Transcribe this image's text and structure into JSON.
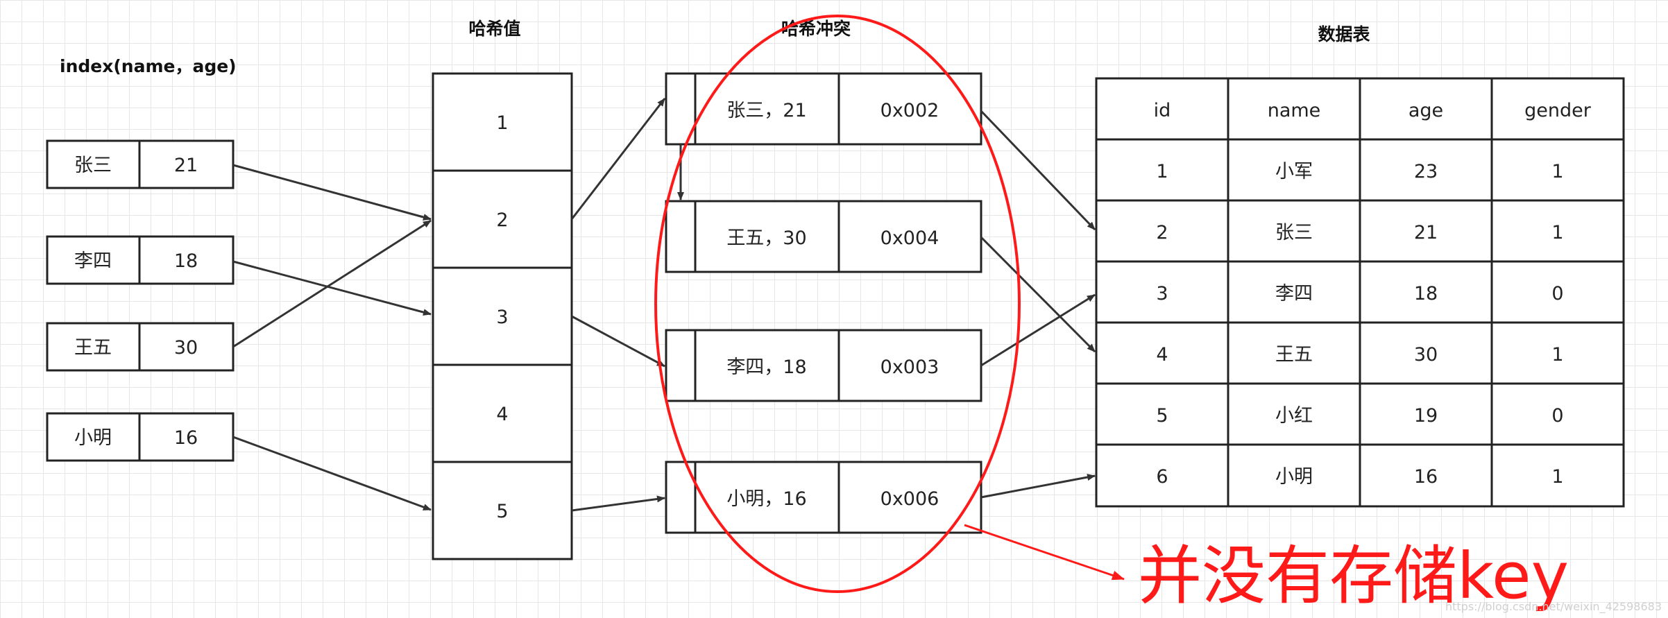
{
  "titles": {
    "index": "index(name，age)",
    "hash": "哈希值",
    "collision": "哈希冲突",
    "table": "数据表"
  },
  "index_entries": [
    {
      "name": "张三",
      "age": "21"
    },
    {
      "name": "李四",
      "age": "18"
    },
    {
      "name": "王五",
      "age": "30"
    },
    {
      "name": "小明",
      "age": "16"
    }
  ],
  "hash_values": [
    "1",
    "2",
    "3",
    "4",
    "5"
  ],
  "buckets": [
    {
      "key": "张三，21",
      "addr": "0x002"
    },
    {
      "key": "王五，30",
      "addr": "0x004"
    },
    {
      "key": "李四，18",
      "addr": "0x003"
    },
    {
      "key": "小明，16",
      "addr": "0x006"
    }
  ],
  "table": {
    "headers": [
      "id",
      "name",
      "age",
      "gender"
    ],
    "rows": [
      [
        "1",
        "小军",
        "23",
        "1"
      ],
      [
        "2",
        "张三",
        "21",
        "1"
      ],
      [
        "3",
        "李四",
        "18",
        "0"
      ],
      [
        "4",
        "王五",
        "30",
        "1"
      ],
      [
        "5",
        "小红",
        "19",
        "0"
      ],
      [
        "6",
        "小明",
        "16",
        "1"
      ]
    ]
  },
  "annotation": "并没有存储key",
  "watermark": "https://blog.csdn.net/weixin_42598683",
  "colors": {
    "highlight": "#ff1a1a",
    "stroke": "#222222"
  }
}
